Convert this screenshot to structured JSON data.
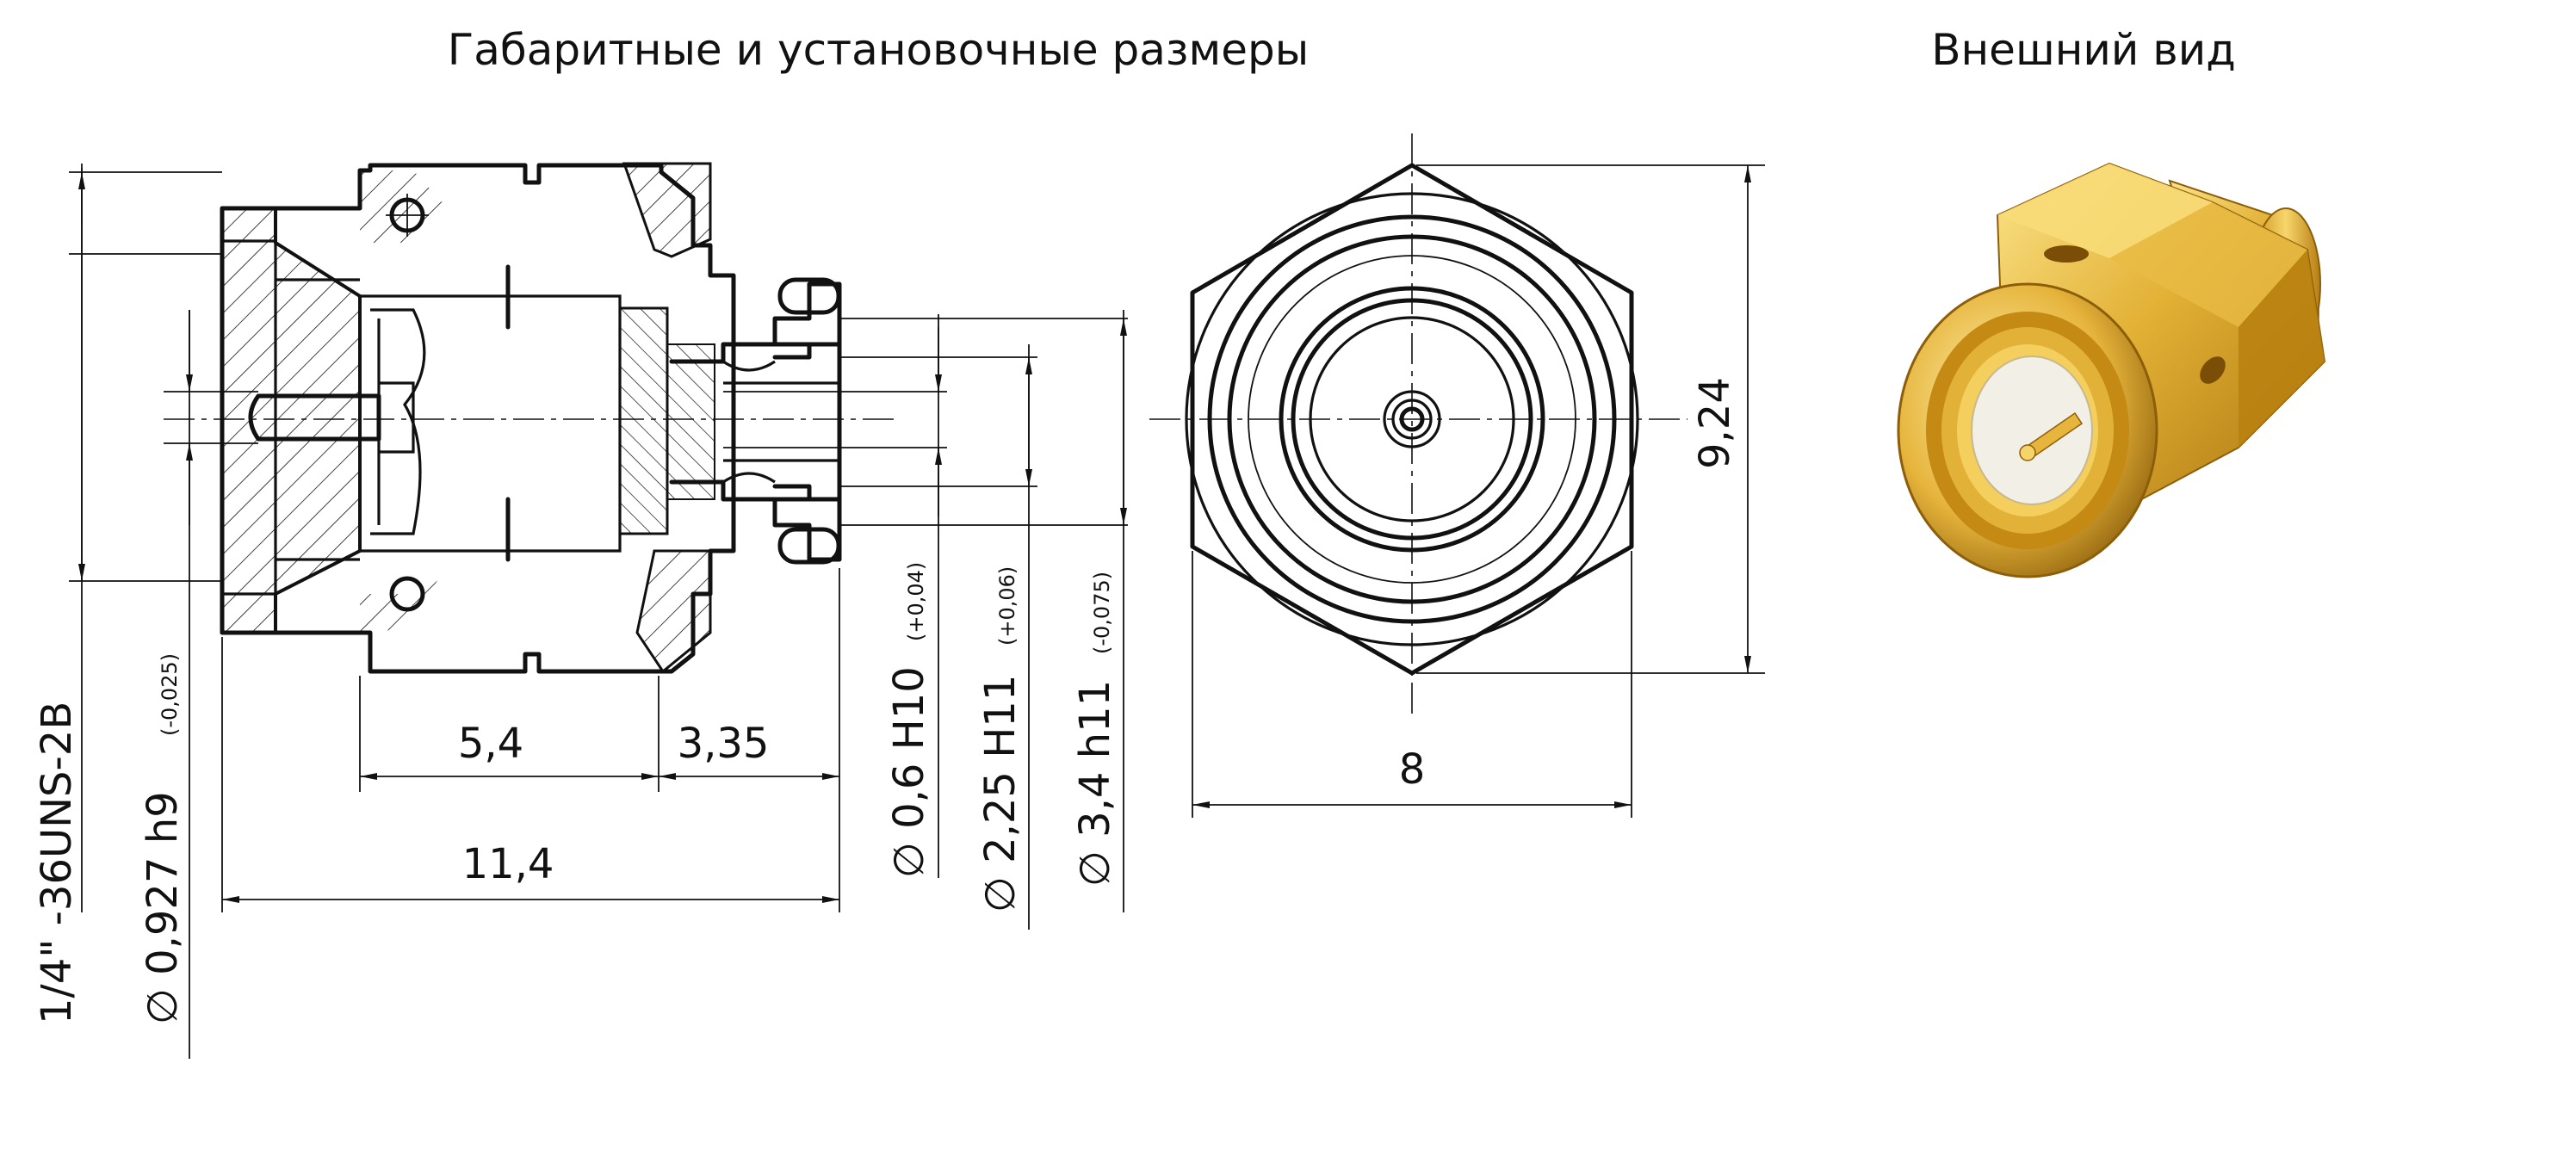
{
  "titles": {
    "drawing": "Габаритные и установочные размеры",
    "photo": "Внешний вид"
  },
  "dimensions": {
    "length_5_4": "5,4",
    "length_3_35": "3,35",
    "length_11_4": "11,4",
    "across_flats": "8",
    "across_corners": "9,24",
    "thread": "1/4\" -36UNS-2B",
    "d_0_927_main": "∅ 0,927 h9",
    "d_0_927_tol": "(-0,025)",
    "d_0_6_main": "∅ 0,6 H10",
    "d_0_6_tol": "(+0,04)",
    "d_2_25_main": "∅ 2,25 H11",
    "d_2_25_tol": "(+0,06)",
    "d_3_4_main": "∅ 3,4 h11",
    "d_3_4_tol": "(-0,075)"
  },
  "colors": {
    "line": "#111111",
    "gold_light": "#f6d46a",
    "gold_mid": "#d9a526",
    "gold_dark": "#9a6a0e",
    "dielectric": "#f2efe6"
  }
}
